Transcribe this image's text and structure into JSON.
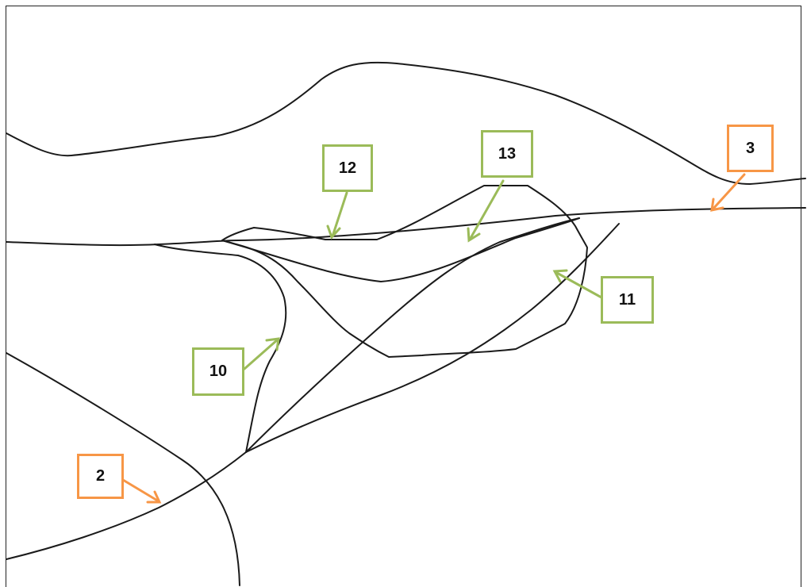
{
  "colors": {
    "green": "#9bbb59",
    "orange": "#f79646",
    "line": "#1a1a1a",
    "background": "#ffffff"
  },
  "labels": {
    "l2": "2",
    "l3": "3",
    "l10": "10",
    "l11": "11",
    "l12": "12",
    "l13": "13"
  }
}
